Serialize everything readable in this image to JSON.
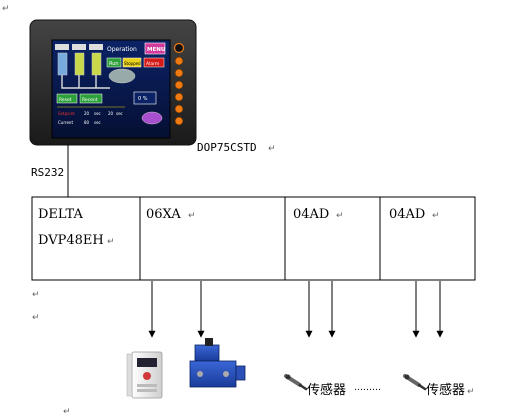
{
  "hmi": {
    "model": "DOP75CSTD",
    "screen_title": "Operation",
    "menu_label": "MENU",
    "run_label": "Run",
    "stopped_label": "Stopped",
    "mode_label": "Reset",
    "alarm_label": "Alarm",
    "recent_label": "Recent",
    "speed_value": "0 %",
    "row1_label": "Setpoint",
    "row1_value": "20",
    "row1_unit": "sec",
    "row2_label": "Current",
    "row2_value": "80",
    "row2_unit": "sec",
    "row3_value": "20",
    "row3_unit": "sec"
  },
  "link_label": "RS232",
  "rack": {
    "modules": [
      {
        "line1": "DELTA",
        "line2": "DVP48EH"
      },
      {
        "line1": "06XA",
        "line2": ""
      },
      {
        "line1": "04AD",
        "line2": ""
      },
      {
        "line1": "04AD",
        "line2": ""
      }
    ]
  },
  "sensor_label_1": "传感器",
  "sensor_label_2": "传感器",
  "sensor_connector": "………",
  "paragraph_mark": "↵",
  "colors": {
    "screen_bg": "#0a1a4a",
    "frame": "#2b2b2b",
    "menu": "#d23a9c",
    "run": "#2ea03a",
    "stopped": "#e8d21a",
    "alarm": "#d61a1a",
    "orange_button": "#f07a10"
  }
}
